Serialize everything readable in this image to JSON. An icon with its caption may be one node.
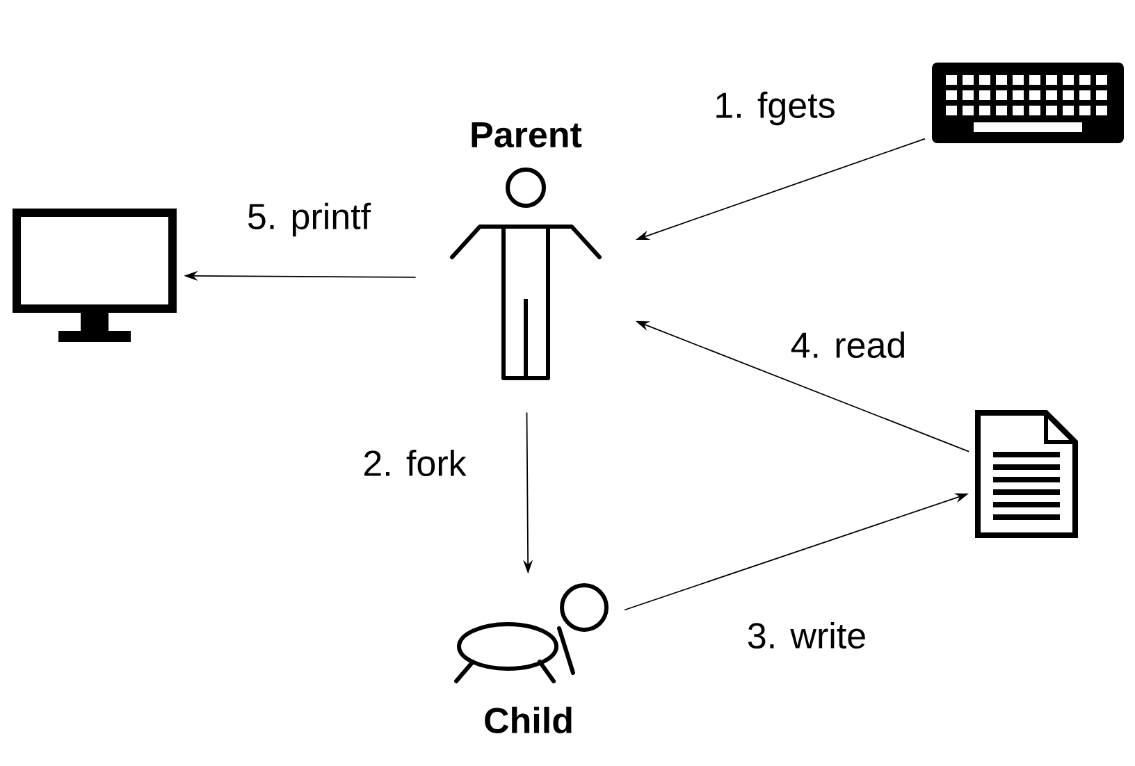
{
  "diagram": {
    "nodes": [
      {
        "text": [
          "Parent"
        ]
      },
      {
        "text": [],
        "shape": "keyboard"
      },
      {
        "text": [],
        "shape": "monitor"
      },
      {
        "text": [],
        "shape": "document"
      },
      {
        "text": [
          "Child"
        ]
      }
    ],
    "edges": [
      {
        "from": 1,
        "to": 0,
        "arrow": "to",
        "label": "1. fgets"
      },
      {
        "from": 0,
        "to": 4,
        "arrow": "to",
        "label": "2. fork"
      },
      {
        "from": 4,
        "to": 3,
        "arrow": "to",
        "label": "3. write"
      },
      {
        "from": 3,
        "to": 0,
        "arrow": "to",
        "label": "4. read"
      },
      {
        "from": 0,
        "to": 2,
        "arrow": "to",
        "label": "5. printf"
      }
    ]
  }
}
